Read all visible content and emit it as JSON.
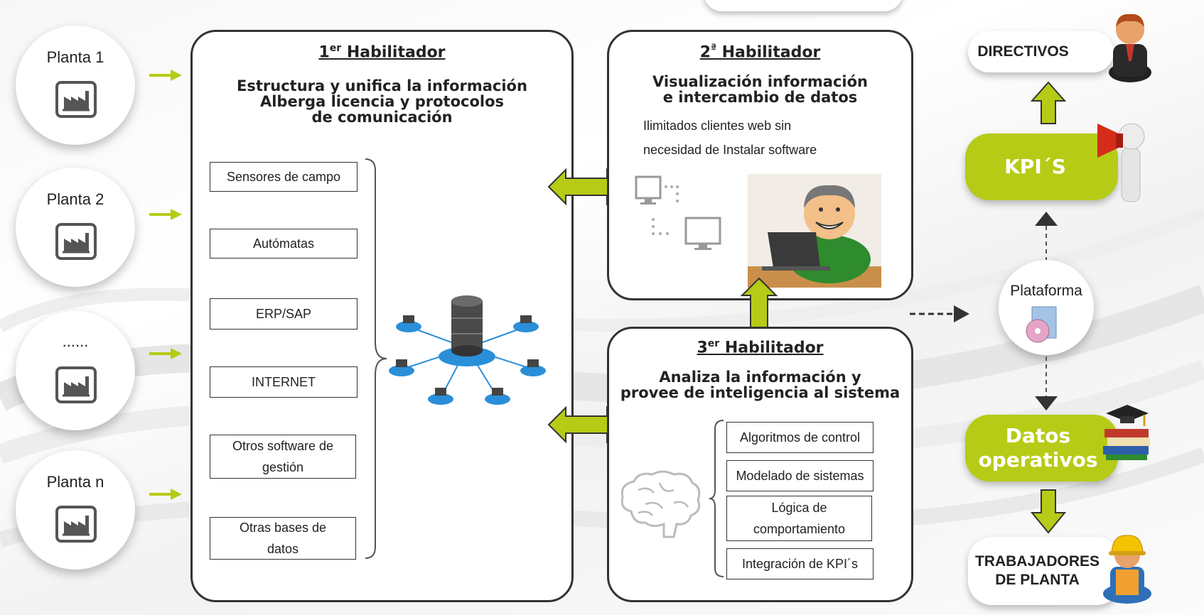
{
  "plants": [
    {
      "label": "Planta 1"
    },
    {
      "label": "Planta 2"
    },
    {
      "label": "......"
    },
    {
      "label": "Planta n"
    }
  ],
  "enabler1": {
    "title_main": "1",
    "title_sup": "er",
    "title_rest": " Habilitador",
    "heading_lines": [
      "Estructura y unifica la información",
      "Alberga licencia y protocolos",
      "de comunicación"
    ],
    "items": [
      "Sensores de campo",
      "Autómatas",
      "ERP/SAP",
      "INTERNET",
      "Otros software de gestión",
      "Otras bases de datos"
    ]
  },
  "enabler2": {
    "title_main": "2",
    "title_sup": "ª",
    "title_rest": " Habilitador",
    "heading_lines": [
      "Visualización información",
      "e intercambio de datos"
    ],
    "text_lines": [
      "Ilimitados clientes web sin",
      "necesidad de Instalar software"
    ]
  },
  "enabler3": {
    "title_main": "3",
    "title_sup": "er",
    "title_rest": " Habilitador",
    "heading_lines": [
      "Analiza la información y",
      "provee de inteligencia al sistema"
    ],
    "items": [
      "Algoritmos de control",
      "Modelado de sistemas",
      "Lógica de comportamiento",
      "Integración de KPI´s"
    ]
  },
  "right": {
    "directivos": "DIRECTIVOS",
    "kpis": "KPI´S",
    "plataforma": "Plataforma",
    "datos_line1": "Datos",
    "datos_line2": "operativos",
    "trabajadores_line1": "TRABAJADORES",
    "trabajadores_line2": "DE PLANTA"
  },
  "colors": {
    "accent_green": "#b6cb16",
    "border": "#333333"
  }
}
